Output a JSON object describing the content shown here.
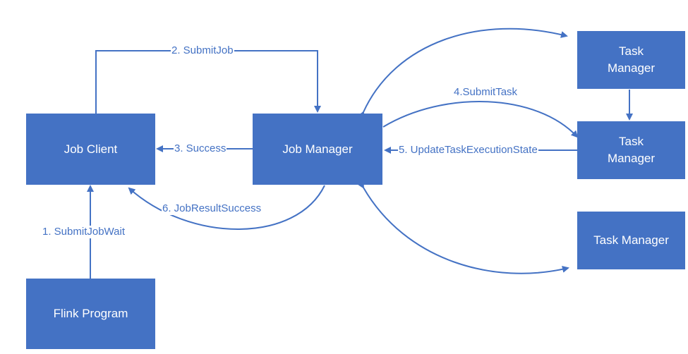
{
  "colors": {
    "node_fill": "#4472C4",
    "node_text": "#FFFFFF",
    "edge": "#4472C4",
    "background": "#FFFFFF"
  },
  "nodes": {
    "job_client": "Job Client",
    "job_manager": "Job Manager",
    "flink_program": "Flink Program",
    "task_manager_1": "Task\nManager",
    "task_manager_2": "Task\nManager",
    "task_manager_3": "Task Manager"
  },
  "edges": {
    "submit_job_wait": "1. SubmitJobWait",
    "submit_job": "2. SubmitJob",
    "success": "3. Success",
    "submit_task": "4.SubmitTask",
    "update_task_execution_state": "5. UpdateTaskExecutionState",
    "job_result_success": "6. JobResultSuccess"
  }
}
